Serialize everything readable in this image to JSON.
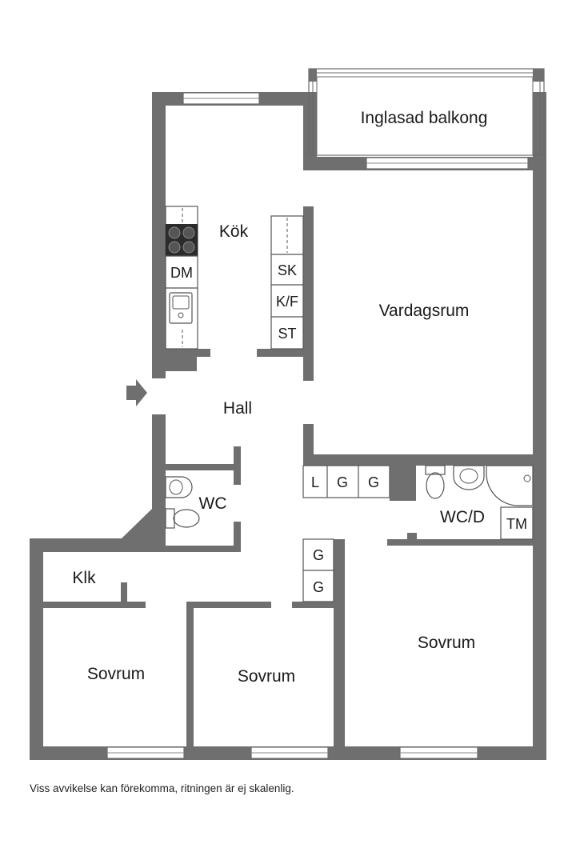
{
  "rooms": {
    "balcony": "Inglasad balkong",
    "kitchen": "Kök",
    "living": "Vardagsrum",
    "hall": "Hall",
    "wc": "WC",
    "wc_d": "WC/D",
    "closet": "Klk",
    "bedroom_left": "Sovrum",
    "bedroom_middle": "Sovrum",
    "bedroom_right": "Sovrum"
  },
  "fixtures": {
    "dishwasher": "DM",
    "pantry_cabinet": "SK",
    "fridge_freezer": "K/F",
    "broom_cabinet": "ST",
    "linen": "L",
    "wardrobe_1": "G",
    "wardrobe_2": "G",
    "wardrobe_3": "G",
    "wardrobe_4": "G",
    "washing_machine": "TM"
  },
  "note": "Viss avvikelse kan förekomma, ritningen är ej skalenlig.",
  "colors": {
    "wall": "#6f6f6f",
    "background": "#ffffff",
    "entry_arrow": "#6f6f6f"
  }
}
